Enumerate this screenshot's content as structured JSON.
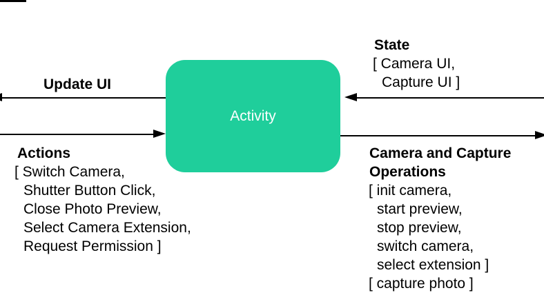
{
  "diagram": {
    "colors": {
      "node_fill": "#1fce9b",
      "node_text": "#ffffff",
      "arrow": "#000000",
      "text": "#000000",
      "background": "#ffffff"
    },
    "node": {
      "label": "Activity"
    },
    "left": {
      "update_ui_label": "Update UI",
      "actions_heading": "Actions",
      "actions_items": [
        "[ Switch Camera,",
        "Shutter Button Click,",
        "Close Photo Preview,",
        "Select Camera Extension,",
        "Request Permission ]"
      ]
    },
    "right": {
      "state_heading": "State",
      "state_items": [
        "[ Camera UI,",
        "Capture UI ]"
      ],
      "operations_heading_line1": "Camera and Capture",
      "operations_heading_line2": "Operations",
      "operations_items": [
        "[ init camera,",
        "start preview,",
        "stop preview,",
        "switch camera,",
        "select extension ]",
        "[ capture photo ]"
      ]
    }
  }
}
